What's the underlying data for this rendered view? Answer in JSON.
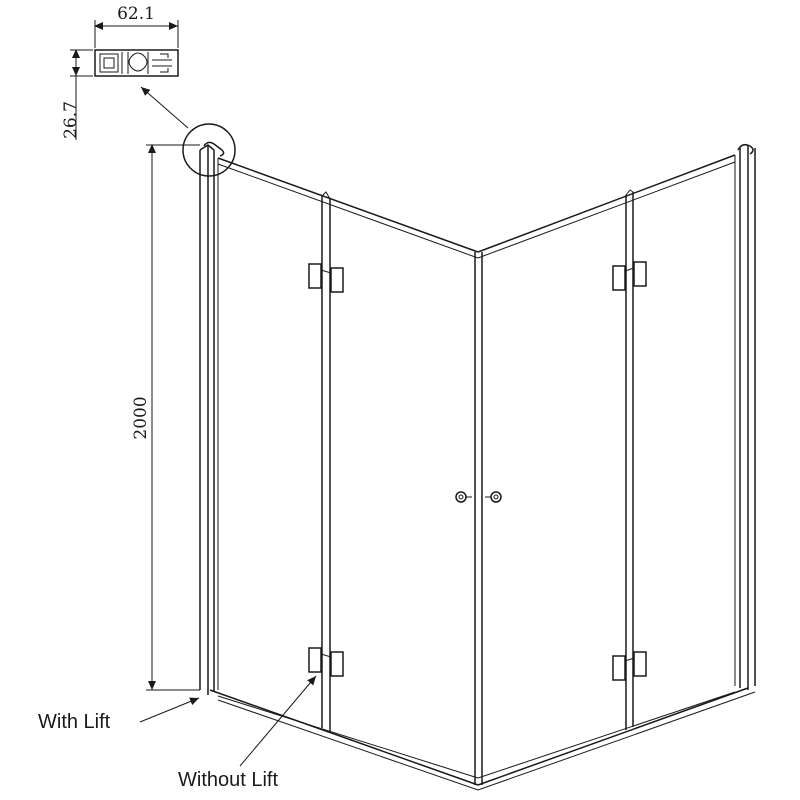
{
  "dimensions": {
    "profile_width": "62.1",
    "profile_depth": "26.7",
    "height": "2000"
  },
  "labels": {
    "with_lift": "With Lift",
    "without_lift": "Without Lift"
  }
}
